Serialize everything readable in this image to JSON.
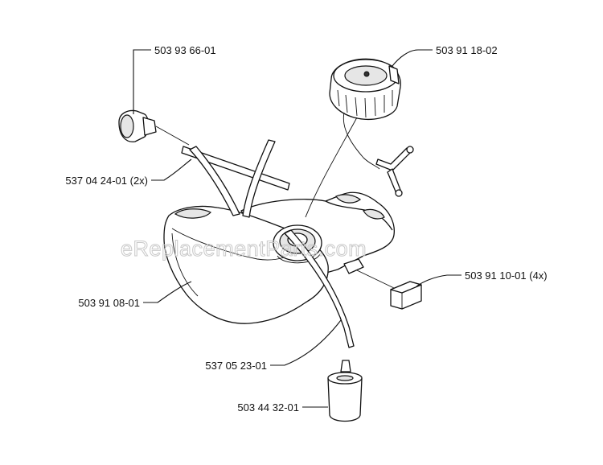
{
  "watermark": "eReplacementParts.com",
  "labels": {
    "tank_vent": "503 93 66-01",
    "fuel_cap": "503 91 18-02",
    "hose_pair": "537 04 24-01 (2x)",
    "fuel_tank": "503 91 08-01",
    "rubber_buffer": "503 91 10-01 (4x)",
    "fuel_hose": "537 05 23-01",
    "fuel_filter": "503 44 32-01"
  }
}
